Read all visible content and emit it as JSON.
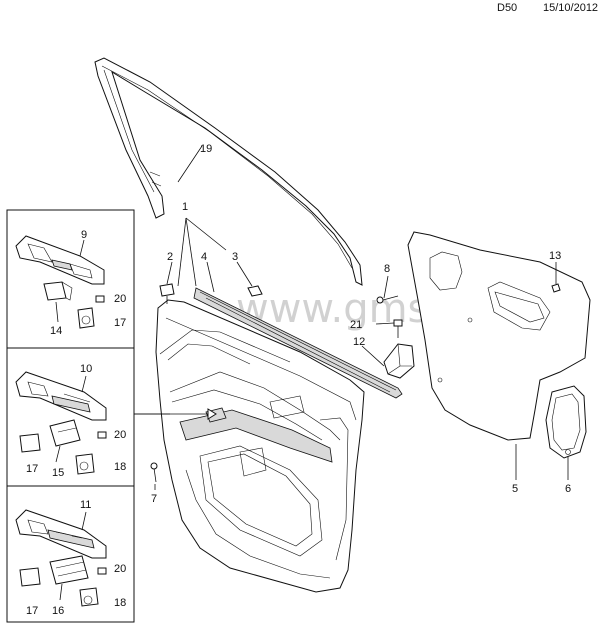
{
  "header": {
    "code": "D50",
    "date": "15/10/2012"
  },
  "watermark": "www.gmsklad.ru",
  "callouts": {
    "c1": "1",
    "c2": "2",
    "c3": "3",
    "c4": "4",
    "c5": "5",
    "c6": "6",
    "c7": "7",
    "c8": "8",
    "c12": "12",
    "c13": "13",
    "c19": "19",
    "c21": "21",
    "i1_9": "9",
    "i1_20": "20",
    "i1_14": "14",
    "i1_17": "17",
    "i2_10": "10",
    "i2_20": "20",
    "i2_17": "17",
    "i2_15": "15",
    "i2_18": "18",
    "i3_11": "11",
    "i3_20": "20",
    "i3_17": "17",
    "i3_16": "16",
    "i3_18": "18"
  }
}
